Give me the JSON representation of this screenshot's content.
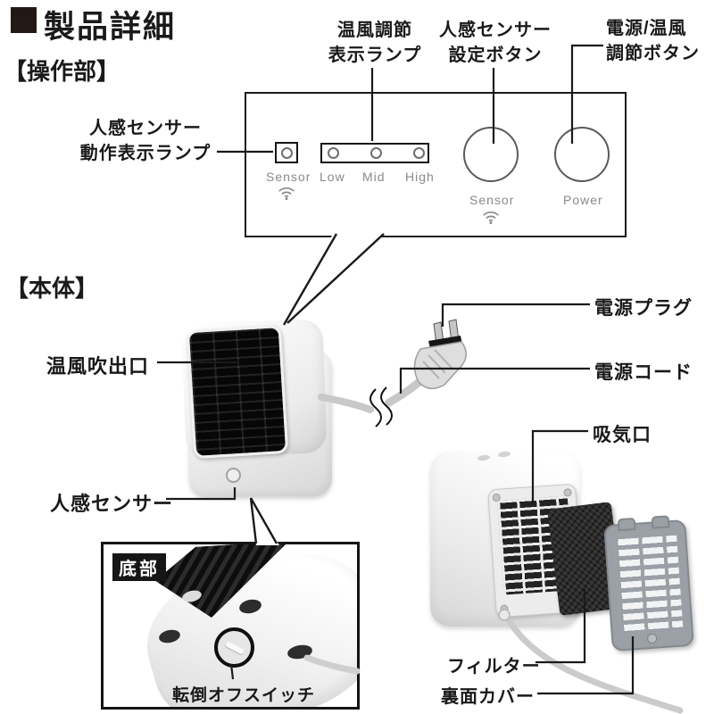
{
  "heading": "製品詳細",
  "sections": {
    "controls_label": "【操作部】",
    "body_label": "【本体】"
  },
  "control_panel": {
    "labels": {
      "warm_air_lamp": {
        "line1": "温風調節",
        "line2": "表示ランプ"
      },
      "sensor_button": {
        "line1": "人感センサー",
        "line2": "設定ボタン"
      },
      "power_button": {
        "line1": "電源/温風",
        "line2": "調節ボタン"
      },
      "sensor_lamp": {
        "line1": "人感センサー",
        "line2": "動作表示ランプ"
      }
    },
    "panel_text": {
      "sensor_lamp_caption": "Sensor",
      "led_low": "Low",
      "led_mid": "Mid",
      "led_high": "High",
      "sensor_button_caption": "Sensor",
      "power_button_caption": "Power"
    }
  },
  "body_diagram": {
    "labels": {
      "outlet": "温風吹出口",
      "human_sensor": "人感センサー",
      "power_plug": "電源プラグ",
      "power_cord": "電源コード",
      "intake": "吸気口",
      "filter": "フィルター",
      "back_cover": "裏面カバー"
    },
    "inset": {
      "title": "底部",
      "switch_label": "転倒オフスイッチ"
    }
  },
  "colors": {
    "line": "#1a1a1a",
    "panel_caption": "#8a8a8a",
    "heading": "#221815"
  }
}
